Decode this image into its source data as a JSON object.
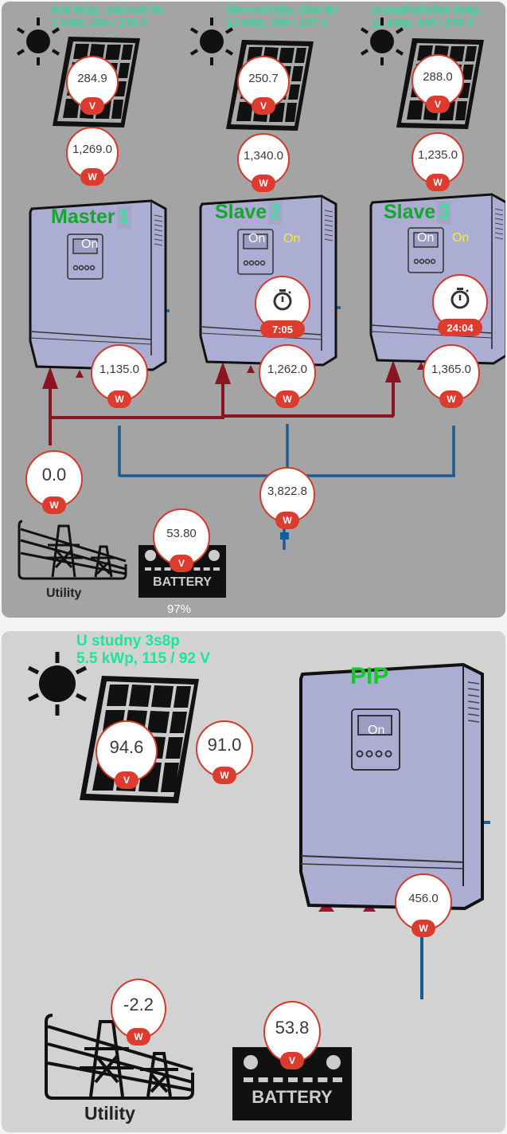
{
  "system1": {
    "arrays": [
      {
        "title_line1": "Krb 8s2p, zábradlí 9s",
        "title_line2": "7 kWp, 330 / 270 V",
        "voltage": "284.9",
        "voltage_unit": "V",
        "power": "1,269.0",
        "power_unit": "W"
      },
      {
        "title_line1": "Dřevník7s5p, dům 8s",
        "title_line2": "13 kWp, 289 / 237 V",
        "voltage": "250.7",
        "voltage_unit": "V",
        "power": "1,340.0",
        "power_unit": "W"
      },
      {
        "title_line1": "Autopřístřešek 8s4p,",
        "title_line2": "12 kWp, 330 / 270 V",
        "voltage": "288.0",
        "voltage_unit": "V",
        "power": "1,235.0",
        "power_unit": "W"
      }
    ],
    "inverters": [
      {
        "name": "Master",
        "number": "1",
        "lcd_status": "On",
        "extra_status": "",
        "timer": "",
        "output_power": "1,135.0",
        "output_unit": "W"
      },
      {
        "name": "Slave",
        "number": "2",
        "lcd_status": "On",
        "extra_status": "On",
        "timer": "7:05",
        "output_power": "1,262.0",
        "output_unit": "W"
      },
      {
        "name": "Slave",
        "number": "3",
        "lcd_status": "On",
        "extra_status": "On",
        "timer": "24:04",
        "output_power": "1,365.0",
        "output_unit": "W"
      }
    ],
    "utility": {
      "power": "0.0",
      "unit": "W",
      "label": "Utility"
    },
    "battery": {
      "voltage": "53.80",
      "unit": "V",
      "label": "BATTERY",
      "soc": "97%"
    },
    "load": {
      "power": "3,822.8",
      "unit": "W"
    },
    "colors": {
      "ac_in": "#8b1422",
      "ac_out": "#1c5d91",
      "accent": "#dd3b2d",
      "title": "#1de59a"
    }
  },
  "system2": {
    "array": {
      "title_line1": "U studny 3s8p",
      "title_line2": "5.5 kWp, 115 / 92 V",
      "voltage": "94.6",
      "voltage_unit": "V",
      "power": "91.0",
      "power_unit": "W"
    },
    "inverter": {
      "name": "PIP",
      "lcd_status": "On",
      "output_power": "456.0",
      "output_unit": "W"
    },
    "utility": {
      "power": "-2.2",
      "unit": "W",
      "label": "Utility"
    },
    "battery": {
      "voltage": "53.8",
      "unit": "V",
      "label": "BATTERY"
    }
  }
}
